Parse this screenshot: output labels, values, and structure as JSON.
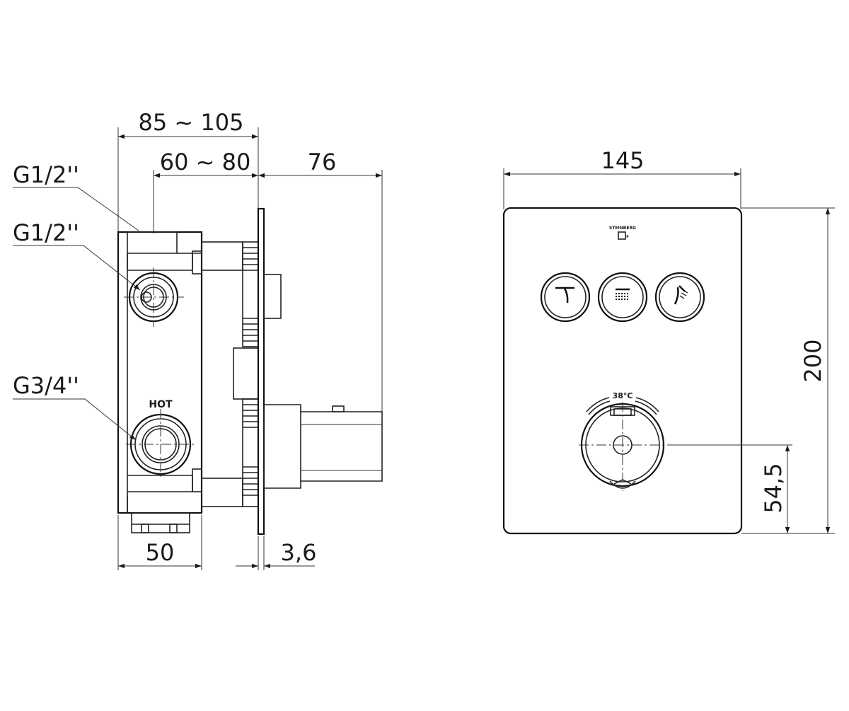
{
  "side_view": {
    "dims": {
      "depth_total": "85 ~ 105",
      "depth_body": "60 ~ 80",
      "projection": "76",
      "box_width": "50",
      "plate_thickness": "3,6"
    },
    "threads": {
      "top_outlet": "G1/2''",
      "mid_outlet": "G1/2''",
      "inlet": "G3/4''"
    },
    "hot_label": "HOT"
  },
  "front_view": {
    "dims": {
      "width": "145",
      "height": "200",
      "knob_height": "54,5"
    },
    "brand_logo_text": "STEINBERG",
    "temp_label": "38°C",
    "buttons": [
      {
        "icon": "spout-icon"
      },
      {
        "icon": "overhead-shower-icon"
      },
      {
        "icon": "hand-shower-icon"
      }
    ]
  }
}
